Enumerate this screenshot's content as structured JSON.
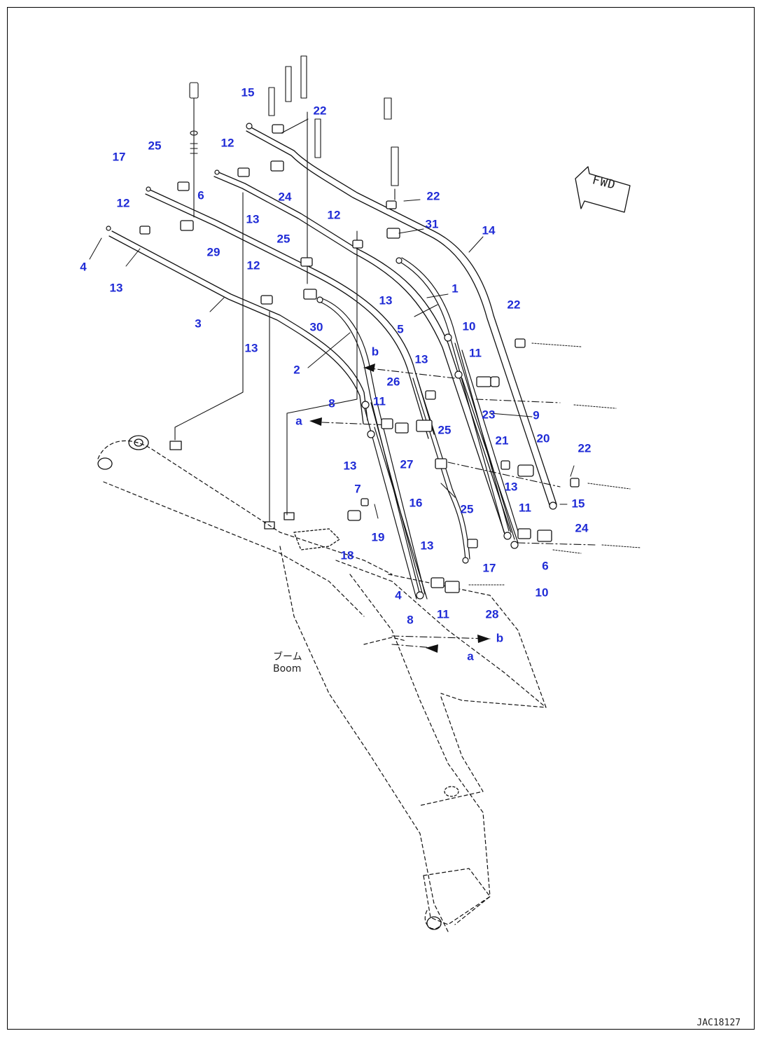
{
  "figure_id": "JAC18127",
  "boom_label_jp": "ブーム",
  "boom_label_en": "Boom",
  "direction_marker": "FWD",
  "label_color": "#1f2bd6",
  "callouts": [
    {
      "text": "15"
    },
    {
      "text": "22"
    },
    {
      "text": "25"
    },
    {
      "text": "12"
    },
    {
      "text": "17"
    },
    {
      "text": "6"
    },
    {
      "text": "24"
    },
    {
      "text": "22"
    },
    {
      "text": "12"
    },
    {
      "text": "29"
    },
    {
      "text": "13"
    },
    {
      "text": "31"
    },
    {
      "text": "12"
    },
    {
      "text": "14"
    },
    {
      "text": "4"
    },
    {
      "text": "13"
    },
    {
      "text": "25"
    },
    {
      "text": "12"
    },
    {
      "text": "13"
    },
    {
      "text": "1"
    },
    {
      "text": "22"
    },
    {
      "text": "3"
    },
    {
      "text": "30"
    },
    {
      "text": "5"
    },
    {
      "text": "10"
    },
    {
      "text": "13"
    },
    {
      "text": "2"
    },
    {
      "text": "b"
    },
    {
      "text": "11"
    },
    {
      "text": "13"
    },
    {
      "text": "26"
    },
    {
      "text": "8"
    },
    {
      "text": "11"
    },
    {
      "text": "23"
    },
    {
      "text": "9"
    },
    {
      "text": "a"
    },
    {
      "text": "25"
    },
    {
      "text": "20"
    },
    {
      "text": "21"
    },
    {
      "text": "22"
    },
    {
      "text": "13"
    },
    {
      "text": "27"
    },
    {
      "text": "7"
    },
    {
      "text": "13"
    },
    {
      "text": "16"
    },
    {
      "text": "15"
    },
    {
      "text": "25"
    },
    {
      "text": "11"
    },
    {
      "text": "24"
    },
    {
      "text": "19"
    },
    {
      "text": "18"
    },
    {
      "text": "13"
    },
    {
      "text": "17"
    },
    {
      "text": "6"
    },
    {
      "text": "10"
    },
    {
      "text": "4"
    },
    {
      "text": "11"
    },
    {
      "text": "28"
    },
    {
      "text": "8"
    },
    {
      "text": "b"
    },
    {
      "text": "a"
    }
  ]
}
